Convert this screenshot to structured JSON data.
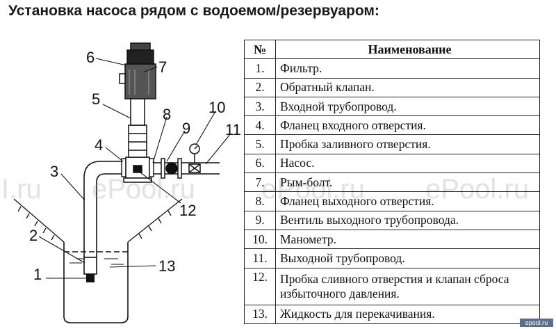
{
  "title": "Установка насоса рядом с водоемом/резервуаром:",
  "callouts": [
    "1",
    "2",
    "3",
    "4",
    "5",
    "6",
    "7",
    "8",
    "9",
    "10",
    "11",
    "12",
    "13"
  ],
  "table": {
    "header_num": "№",
    "header_name": "Наименование",
    "rows": [
      {
        "num": "1.",
        "name": "Фильтр."
      },
      {
        "num": "2.",
        "name": "Обратный клапан."
      },
      {
        "num": "3.",
        "name": "Входной трубопровод."
      },
      {
        "num": "4.",
        "name": "Фланец входного отверстия."
      },
      {
        "num": "5.",
        "name": "Пробка заливного отверстия."
      },
      {
        "num": "6.",
        "name": "Насос."
      },
      {
        "num": "7.",
        "name": "Рым-болт."
      },
      {
        "num": "8.",
        "name": "Фланец выходного отверстия."
      },
      {
        "num": "9.",
        "name": "Вентиль выходного трубопровода."
      },
      {
        "num": "10.",
        "name": "Манометр."
      },
      {
        "num": "11.",
        "name": "Выходной трубопровод."
      },
      {
        "num": "12.",
        "name": "Пробка сливного отверстия  и клапан сброса избыточного давления."
      },
      {
        "num": "13.",
        "name": "Жидкость для перекачивания."
      }
    ]
  },
  "watermarks": [
    "I.ru",
    "ePool.ru",
    "ePool.ru",
    "ePool.ru"
  ],
  "badge": "epool.ru"
}
